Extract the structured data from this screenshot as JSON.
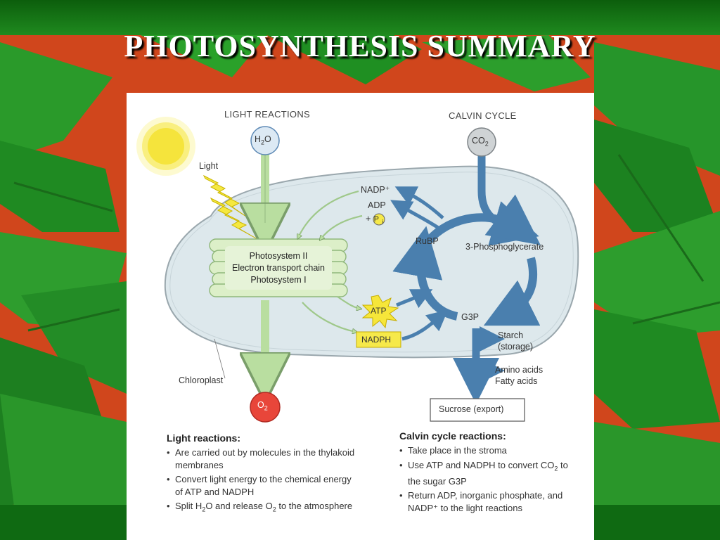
{
  "slide": {
    "title": "PHOTOSYNTHESIS SUMMARY"
  },
  "colors": {
    "background_green": "#1a7a1a",
    "background_orange": "#d2441a",
    "light_arrow": "#b9dea0",
    "calvin_arrow": "#4a7fae",
    "chloroplast_fill": "#dbe6ea",
    "sun": "#f7e64a"
  },
  "diagram": {
    "light_reactions_header": "LIGHT REACTIONS",
    "calvin_cycle_header": "CALVIN CYCLE",
    "h2o": {
      "main": "H",
      "sub": "2",
      "tail": "O"
    },
    "co2": {
      "main": "CO",
      "sub": "2"
    },
    "o2": {
      "main": "O",
      "sub": "2"
    },
    "light": "Light",
    "nadp_plus": "NADP⁺",
    "adp": "ADP",
    "pi": {
      "plus": "+",
      "p": "P",
      "i": "i"
    },
    "photosystem": [
      "Photosystem II",
      "Electron transport chain",
      "Photosystem I"
    ],
    "atp": "ATP",
    "nadph": "NADPH",
    "rubp": "RuBP",
    "pga": "3-Phosphoglycerate",
    "g3p": "G3P",
    "starch": [
      "Starch",
      "(storage)"
    ],
    "amino": [
      "Amino acids",
      "Fatty acids"
    ],
    "sucrose": "Sucrose (export)",
    "chloroplast": "Chloroplast"
  },
  "notes": {
    "light_title": "Light reactions:",
    "light_items": [
      {
        "a": "Are carried out by molecules in the thylakoid membranes"
      },
      {
        "a": "Convert light energy to the chemical energy of ATP and NADPH"
      },
      {
        "a": "Split H",
        "s1": "2",
        "b": "O and release O",
        "s2": "2",
        "c": " to the atmosphere"
      }
    ],
    "calvin_title": "Calvin cycle reactions:",
    "calvin_items": [
      {
        "a": "Take place in the stroma"
      },
      {
        "a": "Use ATP and NADPH to convert CO",
        "s1": "2",
        "b": " to the sugar G3P"
      },
      {
        "a": "Return ADP, inorganic phosphate, and NADP⁺ to the light reactions"
      }
    ]
  }
}
